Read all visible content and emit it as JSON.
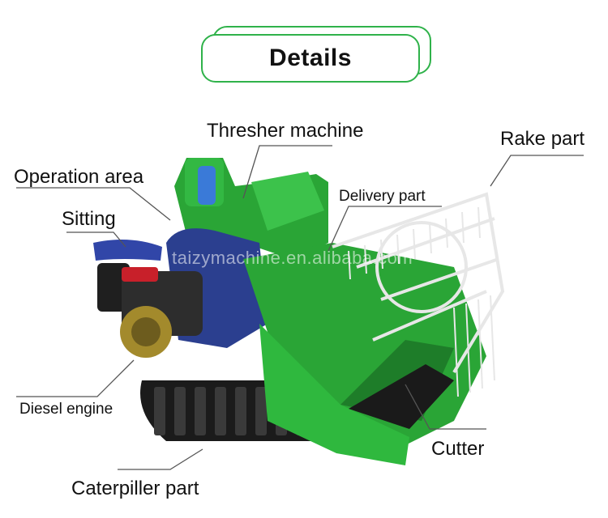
{
  "title": "Details",
  "watermark": "taizymachine.en.alibaba.com",
  "labels": {
    "thresher": "Thresher machine",
    "rake": "Rake part",
    "operation": "Operation area",
    "delivery": "Delivery part",
    "sitting": "Sitting",
    "engine": "Diesel engine",
    "cutter": "Cutter",
    "caterpiller": "Caterpiller part"
  },
  "colors": {
    "accent_border": "#2fb24a",
    "machine_green": "#2aa536",
    "engine_blue": "#2b3f8f",
    "leader_line": "#555555"
  }
}
